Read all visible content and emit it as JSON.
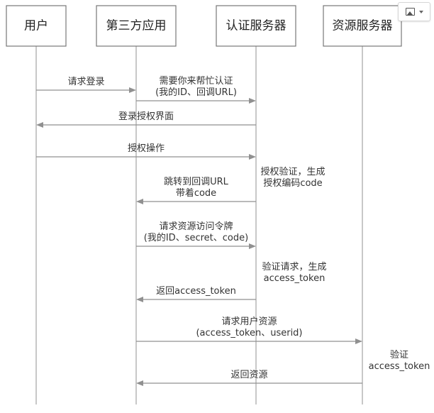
{
  "actors": [
    {
      "id": "user",
      "label": "用户"
    },
    {
      "id": "app",
      "label": "第三方应用"
    },
    {
      "id": "auth",
      "label": "认证服务器"
    },
    {
      "id": "resource",
      "label": "资源服务器"
    }
  ],
  "messages": [
    {
      "from": "user",
      "to": "app",
      "lines": [
        "请求登录"
      ]
    },
    {
      "from": "app",
      "to": "auth",
      "lines": [
        "需要你来帮忙认证",
        "(我的ID、回调URL)"
      ]
    },
    {
      "from": "auth",
      "to": "user",
      "lines": [
        "登录授权界面"
      ]
    },
    {
      "from": "user",
      "to": "auth",
      "lines": [
        "授权操作"
      ]
    },
    {
      "from": "auth",
      "to": "app",
      "lines": [
        "跳转到回调URL",
        "带着code"
      ]
    },
    {
      "from": "app",
      "to": "auth",
      "lines": [
        "请求资源访问令牌",
        "(我的ID、secret、code)"
      ]
    },
    {
      "from": "auth",
      "to": "app",
      "lines": [
        "返回access_token"
      ]
    },
    {
      "from": "app",
      "to": "resource",
      "lines": [
        "请求用户资源",
        "(access_token、userid)"
      ]
    },
    {
      "from": "resource",
      "to": "app",
      "lines": [
        "返回资源"
      ]
    }
  ],
  "notes": [
    {
      "actor": "auth",
      "lines": [
        "授权验证，生成",
        "授权编码code"
      ]
    },
    {
      "actor": "auth",
      "lines": [
        "验证请求，生成",
        "access_token"
      ]
    },
    {
      "actor": "resource",
      "lines": [
        "验证",
        "access_token"
      ]
    }
  ],
  "widget": {
    "icon": "image-icon",
    "dropdown_icon": "chevron-down-icon"
  }
}
